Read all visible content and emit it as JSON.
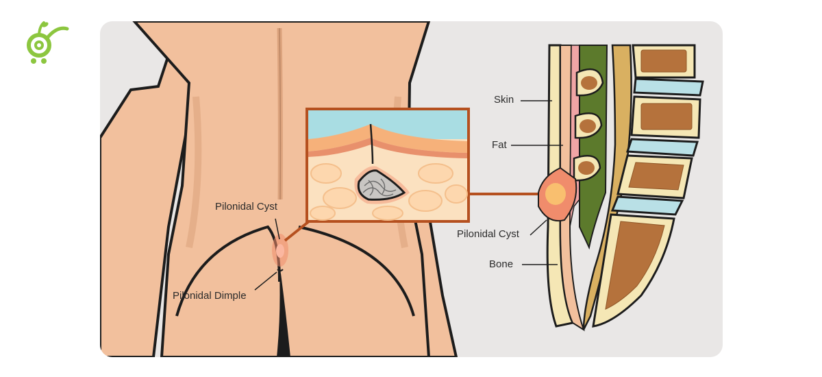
{
  "brand": {
    "logo_icon": "cart-sprout-logo-icon",
    "color": "#8cc63f"
  },
  "diagram": {
    "labels": {
      "back_cyst": "Pilonidal Cyst",
      "back_dimple": "Pilonidal Dimple",
      "skin": "Skin",
      "fat": "Fat",
      "side_cyst": "Pilonidal Cyst",
      "bone": "Bone"
    },
    "colors": {
      "skin_tone": "#f2c09d",
      "skin_shadow": "#dca37d",
      "cyst": "#f08c6c",
      "inset_border": "#b5501f",
      "fat_layer": "#fbd3a6",
      "water_layer": "#a9dde3",
      "vertebra": "#b5723c",
      "disc": "#b9e0e6",
      "muscle": "#5c7a2c",
      "bone_cream": "#f5e7b5"
    }
  }
}
